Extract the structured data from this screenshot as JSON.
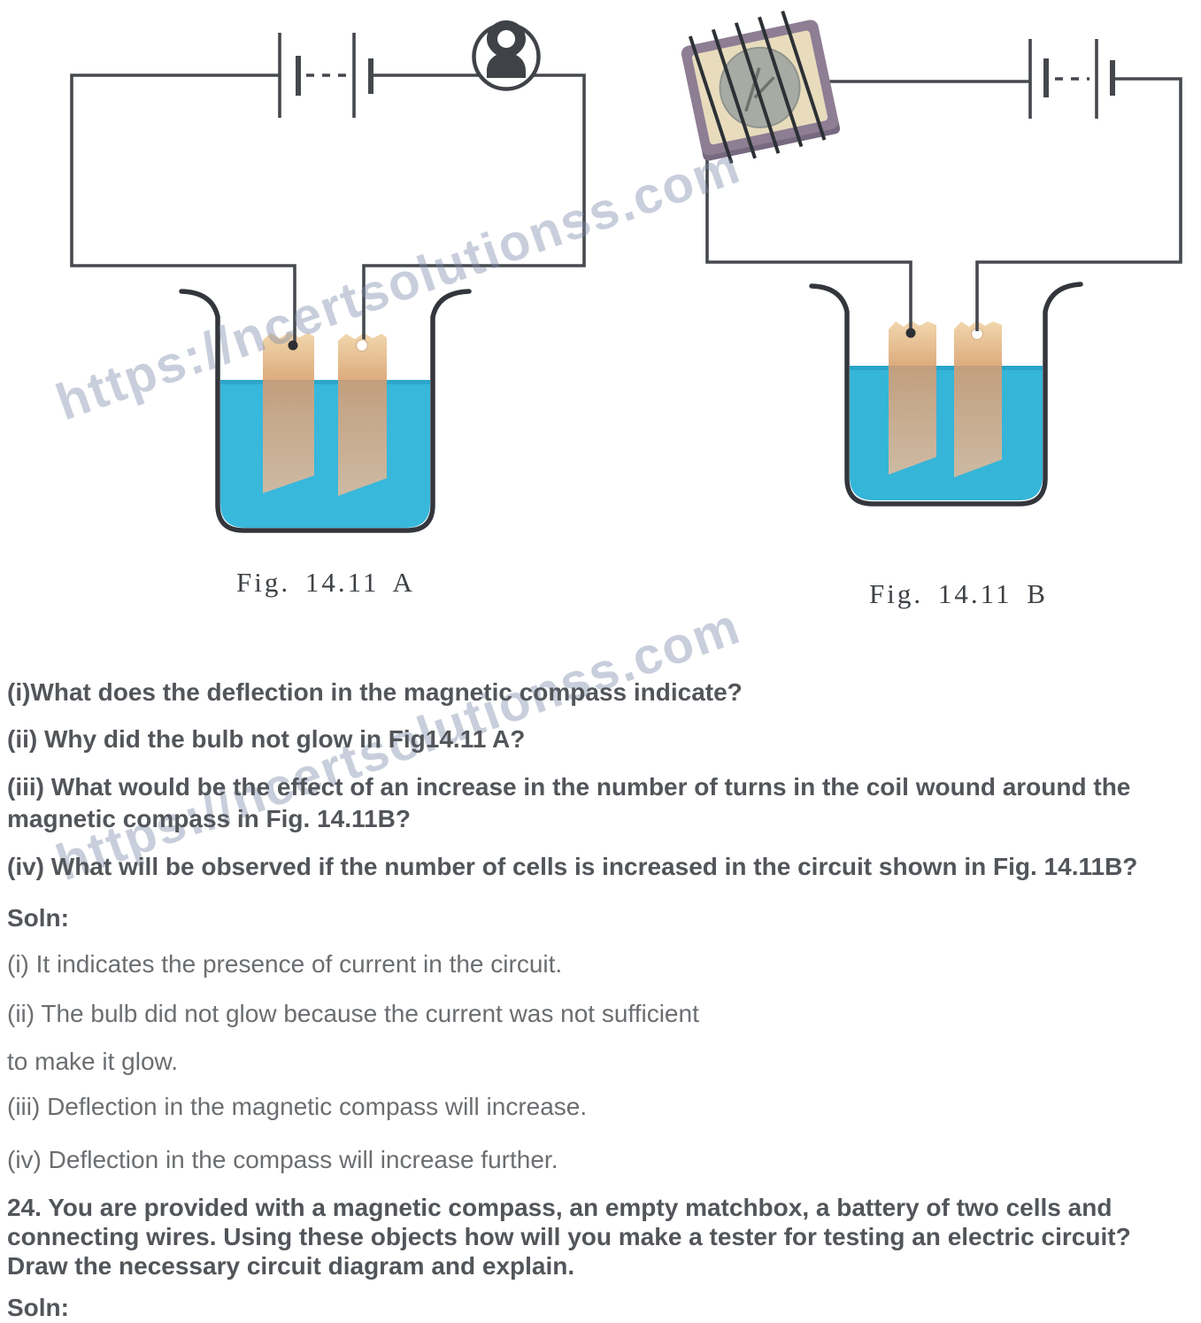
{
  "figures": {
    "a": {
      "caption": "Fig. 14.11 A"
    },
    "b": {
      "caption": "Fig. 14.11 B"
    }
  },
  "watermark": {
    "text": "https://ncertsolutionss.com"
  },
  "questions": {
    "q1": "(i)What does the deflection in the magnetic compass indicate?",
    "q2": "(ii) Why did the bulb not glow in Fig14.11 A?",
    "q3_line1": "(iii) What would be the effect of an increase in the number of turns in the coil wound around the",
    "q3_line2": "magnetic compass in Fig. 14.11B?",
    "q4": "(iv) What will be observed if the number of cells is increased in the circuit shown in Fig. 14.11B?"
  },
  "solution": {
    "label": "Soln:",
    "a1": "(i) It indicates the presence of current in the circuit.",
    "a2_line1": "(ii) The bulb did not glow because the current was not sufficient",
    "a2_line2": "to make it glow.",
    "a3": "(iii) Deflection in the magnetic compass will increase.",
    "a4": "(iv) Deflection in the compass will increase further."
  },
  "next_question": {
    "line1": "24. You are provided with a magnetic compass, an empty matchbox, a battery of two cells and",
    "line2": "connecting wires. Using these objects how will you make a tester for testing an electric circuit?",
    "line3": "Draw the necessary circuit diagram and explain.",
    "soln_label": "Soln:"
  },
  "colors": {
    "wire": "#46494e",
    "beaker_outline": "#33363c",
    "liquid": "#38b8db",
    "electrode_top": "#eecb9f",
    "electrode_bottom": "#c8b29a",
    "watermark": "#7c8baa"
  }
}
